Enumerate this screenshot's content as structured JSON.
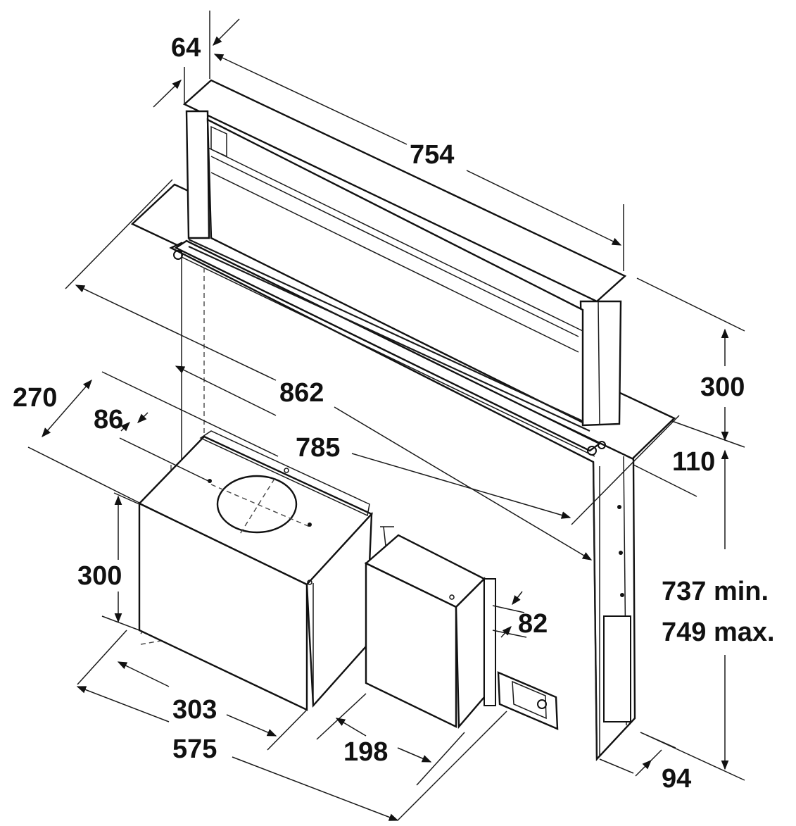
{
  "dimensions": {
    "d64": "64",
    "d754": "754",
    "d862": "862",
    "d785": "785",
    "d270": "270",
    "d86": "86",
    "d300_motor": "300",
    "d300_chimney": "300",
    "d110": "110",
    "d737": "737 min.",
    "d749": "749 max.",
    "d82": "82",
    "d303": "303",
    "d575": "575",
    "d198": "198",
    "d94": "94"
  },
  "colors": {
    "line": "#111111",
    "background": "#ffffff"
  }
}
